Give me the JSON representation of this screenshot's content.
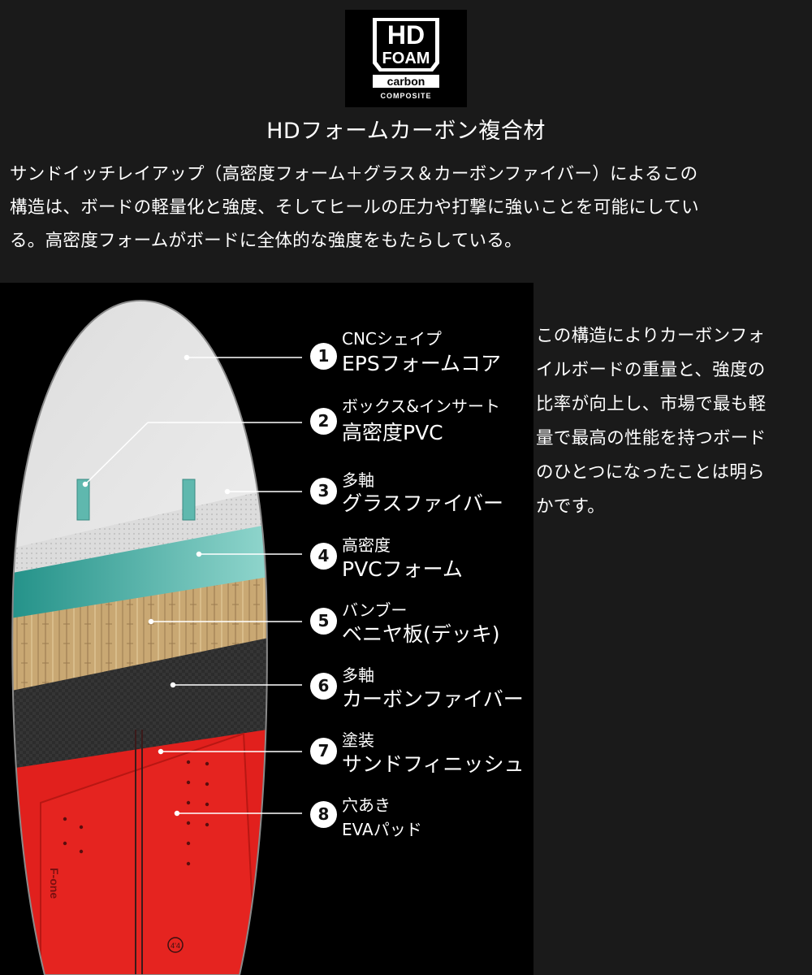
{
  "logo": {
    "line1": "HD",
    "line2": "FOAM",
    "line3": "carbon",
    "line4": "COMPOSITE"
  },
  "title": "HDフォームカーボン複合材",
  "intro": {
    "lines": [
      "サンドイッチレイアップ（高密度フォーム＋グラス＆カーボンファイバー）によるこの",
      "構造は、ボードの軽量化と強度、そしてヒールの圧力や打撃に強いことを可能にしてい",
      "る。高密度フォームがボードに全体的な強度をもたらしている。"
    ]
  },
  "board": {
    "brand": "F-one",
    "size": "4'4"
  },
  "layers": [
    {
      "number": "1",
      "line1": "CNCシェイプ",
      "line2": "EPSフォームコア"
    },
    {
      "number": "2",
      "line1": "ボックス&インサート",
      "line2": "高密度PVC"
    },
    {
      "number": "3",
      "line1": "多軸",
      "line2": "グラスファイバー"
    },
    {
      "number": "4",
      "line1": "高密度",
      "line2": "PVCフォーム"
    },
    {
      "number": "5",
      "line1": "バンブー",
      "line2": "ベニヤ板(デッキ)"
    },
    {
      "number": "6",
      "line1": "多軸",
      "line2": "カーボンファイバー"
    },
    {
      "number": "7",
      "line1": "塗装",
      "line2": "サンドフィニッシュ"
    },
    {
      "number": "8",
      "line1": "穴あき",
      "line2": "EVAパッド"
    }
  ],
  "side": {
    "lines": [
      "この構造によりカーボンフォ",
      "イルボードの重量と、強度の",
      "比率が向上し、市場で最も軽",
      "量で最高の性能を持つボード",
      "のひとつになったことは明ら",
      "かです。"
    ]
  }
}
